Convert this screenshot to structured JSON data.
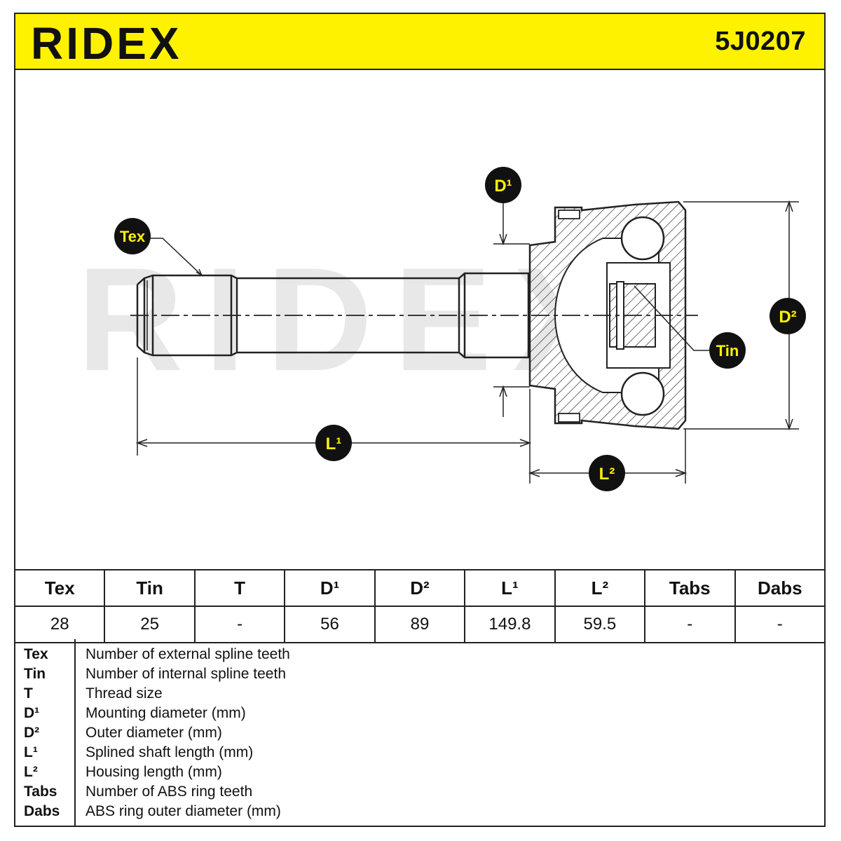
{
  "header": {
    "brand": "RIDEX",
    "part_number": "5J0207"
  },
  "drawing": {
    "watermark": "RIDEX",
    "labels": {
      "tex": "Tex",
      "tin": "Tin",
      "d1": "D¹",
      "d2": "D²",
      "l1": "L¹",
      "l2": "L²"
    }
  },
  "table": {
    "headers": [
      "Tex",
      "Tin",
      "T",
      "D¹",
      "D²",
      "L¹",
      "L²",
      "Tabs",
      "Dabs"
    ],
    "values": [
      "28",
      "25",
      "-",
      "56",
      "89",
      "149.8",
      "59.5",
      "-",
      "-"
    ]
  },
  "legend": [
    {
      "key": "Tex",
      "desc": "Number of external spline teeth"
    },
    {
      "key": "Tin",
      "desc": "Number of internal spline teeth"
    },
    {
      "key": "T",
      "desc": "Thread size"
    },
    {
      "key": "D¹",
      "desc": "Mounting diameter (mm)"
    },
    {
      "key": "D²",
      "desc": "Outer diameter (mm)"
    },
    {
      "key": "L¹",
      "desc": "Splined shaft length (mm)"
    },
    {
      "key": "L²",
      "desc": "Housing length (mm)"
    },
    {
      "key": "Tabs",
      "desc": "Number of ABS ring teeth"
    },
    {
      "key": "Dabs",
      "desc": "ABS ring outer diameter (mm)"
    }
  ],
  "colors": {
    "accent": "#fff200",
    "badge": "#111111",
    "line": "#222222",
    "watermark": "#e6e6e6"
  }
}
